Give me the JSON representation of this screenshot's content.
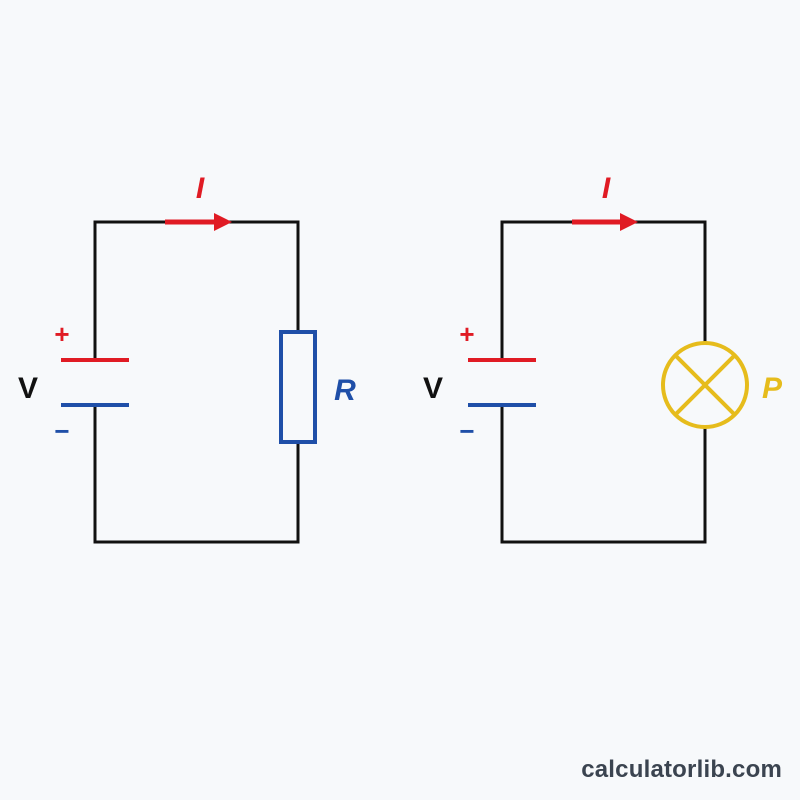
{
  "circuit_left": {
    "current_label": "I",
    "voltage_label": "V",
    "plus_sign": "+",
    "minus_sign": "−",
    "component_label": "R"
  },
  "circuit_right": {
    "current_label": "I",
    "voltage_label": "V",
    "plus_sign": "+",
    "minus_sign": "−",
    "component_label": "P"
  },
  "colors": {
    "wire": "#111111",
    "current": "#e01b24",
    "positive": "#e01b24",
    "negative": "#1f4fa8",
    "resistor": "#1f4fa8",
    "lamp": "#e6bc1c"
  },
  "watermark": "calculatorlib.com"
}
